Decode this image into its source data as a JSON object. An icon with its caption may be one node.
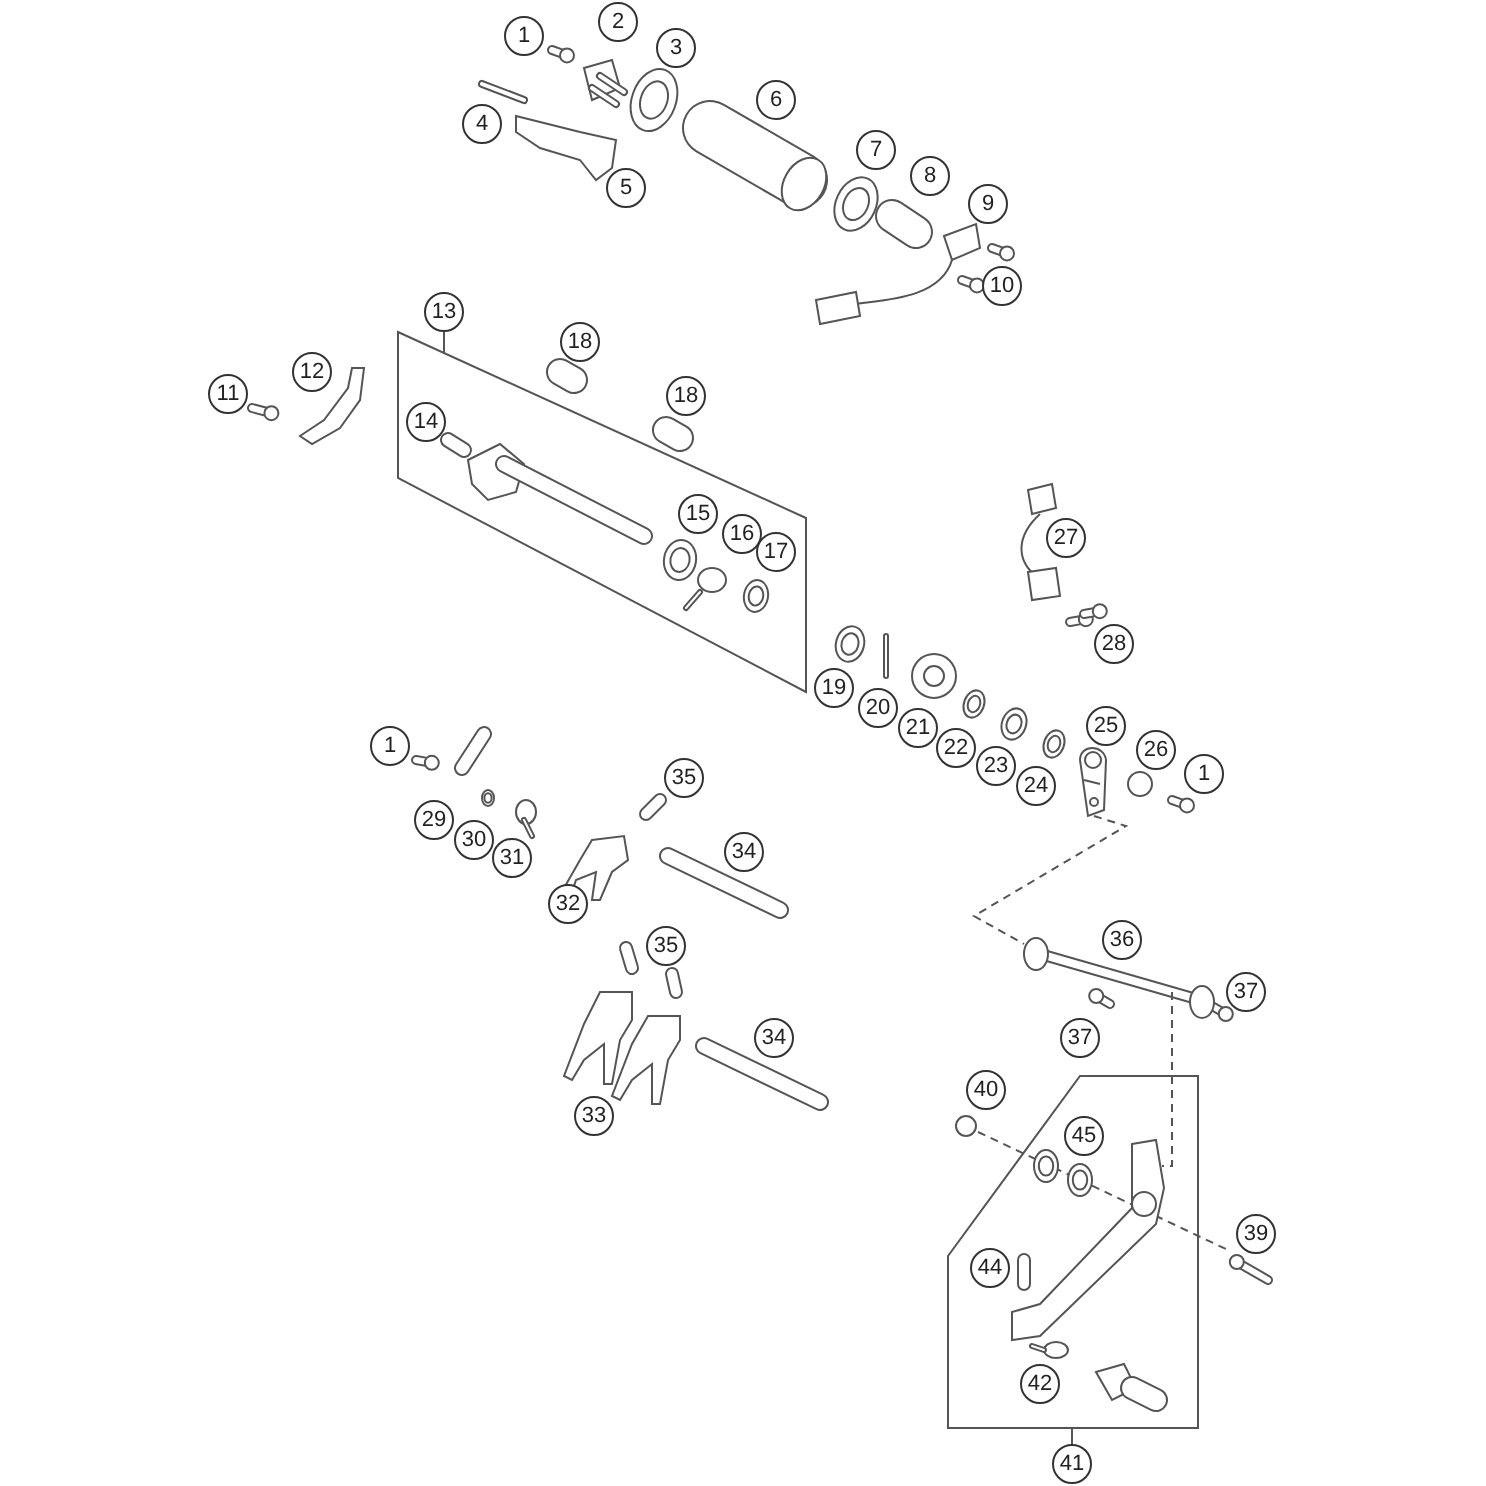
{
  "diagram": {
    "nodes": [
      {
        "text": [
          "2"
        ]
      },
      {
        "text": [
          "1"
        ]
      },
      {
        "text": [
          "3"
        ]
      },
      {
        "text": [
          "6"
        ]
      },
      {
        "text": [
          "4"
        ]
      },
      {
        "text": [
          "7"
        ]
      },
      {
        "text": [
          "8"
        ]
      },
      {
        "text": [
          "5"
        ]
      },
      {
        "text": [
          "9"
        ]
      },
      {
        "text": [
          "10"
        ]
      },
      {
        "text": [
          "13"
        ]
      },
      {
        "text": [],
        "shape": "box"
      },
      {
        "text": [
          "18"
        ]
      },
      {
        "text": [
          "12"
        ]
      },
      {
        "text": [
          "11"
        ]
      },
      {
        "text": [
          "18"
        ]
      },
      {
        "text": [
          "14"
        ],
        "in": 11
      },
      {
        "text": [
          "15"
        ],
        "in": 11
      },
      {
        "text": [
          "16"
        ],
        "in": 11
      },
      {
        "text": [
          "27"
        ]
      },
      {
        "text": [
          "17"
        ],
        "in": 11
      },
      {
        "text": [
          "28"
        ]
      },
      {
        "text": [
          "19"
        ]
      },
      {
        "text": [
          "20"
        ]
      },
      {
        "text": [
          "25"
        ]
      },
      {
        "text": [
          "21"
        ]
      },
      {
        "text": [
          "1"
        ]
      },
      {
        "text": [
          "22"
        ]
      },
      {
        "text": [
          "26"
        ]
      },
      {
        "text": [
          "23"
        ]
      },
      {
        "text": [
          "1"
        ]
      },
      {
        "text": [
          "35"
        ]
      },
      {
        "text": [
          "24"
        ]
      },
      {
        "text": [],
        "shape": "picture"
      },
      {
        "text": [
          "29"
        ]
      },
      {
        "text": [
          "30"
        ]
      },
      {
        "text": [
          "34"
        ]
      },
      {
        "text": [
          "31"
        ]
      },
      {
        "text": [
          "32"
        ]
      },
      {
        "text": [
          "36"
        ]
      },
      {
        "text": [
          "35"
        ]
      },
      {
        "text": [],
        "shape": "picture"
      },
      {
        "text": [
          "37"
        ]
      },
      {
        "text": [
          "37"
        ]
      },
      {
        "text": [
          "34"
        ]
      },
      {
        "text": [],
        "shape": "box"
      },
      {
        "text": [
          "40"
        ]
      },
      {
        "text": [
          "33"
        ]
      },
      {
        "text": [
          "45"
        ],
        "in": 45
      },
      {
        "text": [],
        "shape": "picture",
        "in": 45
      },
      {
        "text": [
          "39"
        ]
      },
      {
        "text": [
          "44"
        ],
        "in": 45
      },
      {
        "text": [
          "42"
        ],
        "in": 45
      },
      {
        "text": [
          "41"
        ]
      }
    ],
    "edges": [
      {
        "from": 10,
        "to": 11,
        "arrow": "none"
      },
      {
        "from": 53,
        "to": 45,
        "arrow": "none"
      },
      {
        "from": 33,
        "to": 41,
        "arrow": "none",
        "style": "dashed"
      },
      {
        "from": 41,
        "to": 49,
        "arrow": "none",
        "style": "dashed"
      }
    ]
  }
}
